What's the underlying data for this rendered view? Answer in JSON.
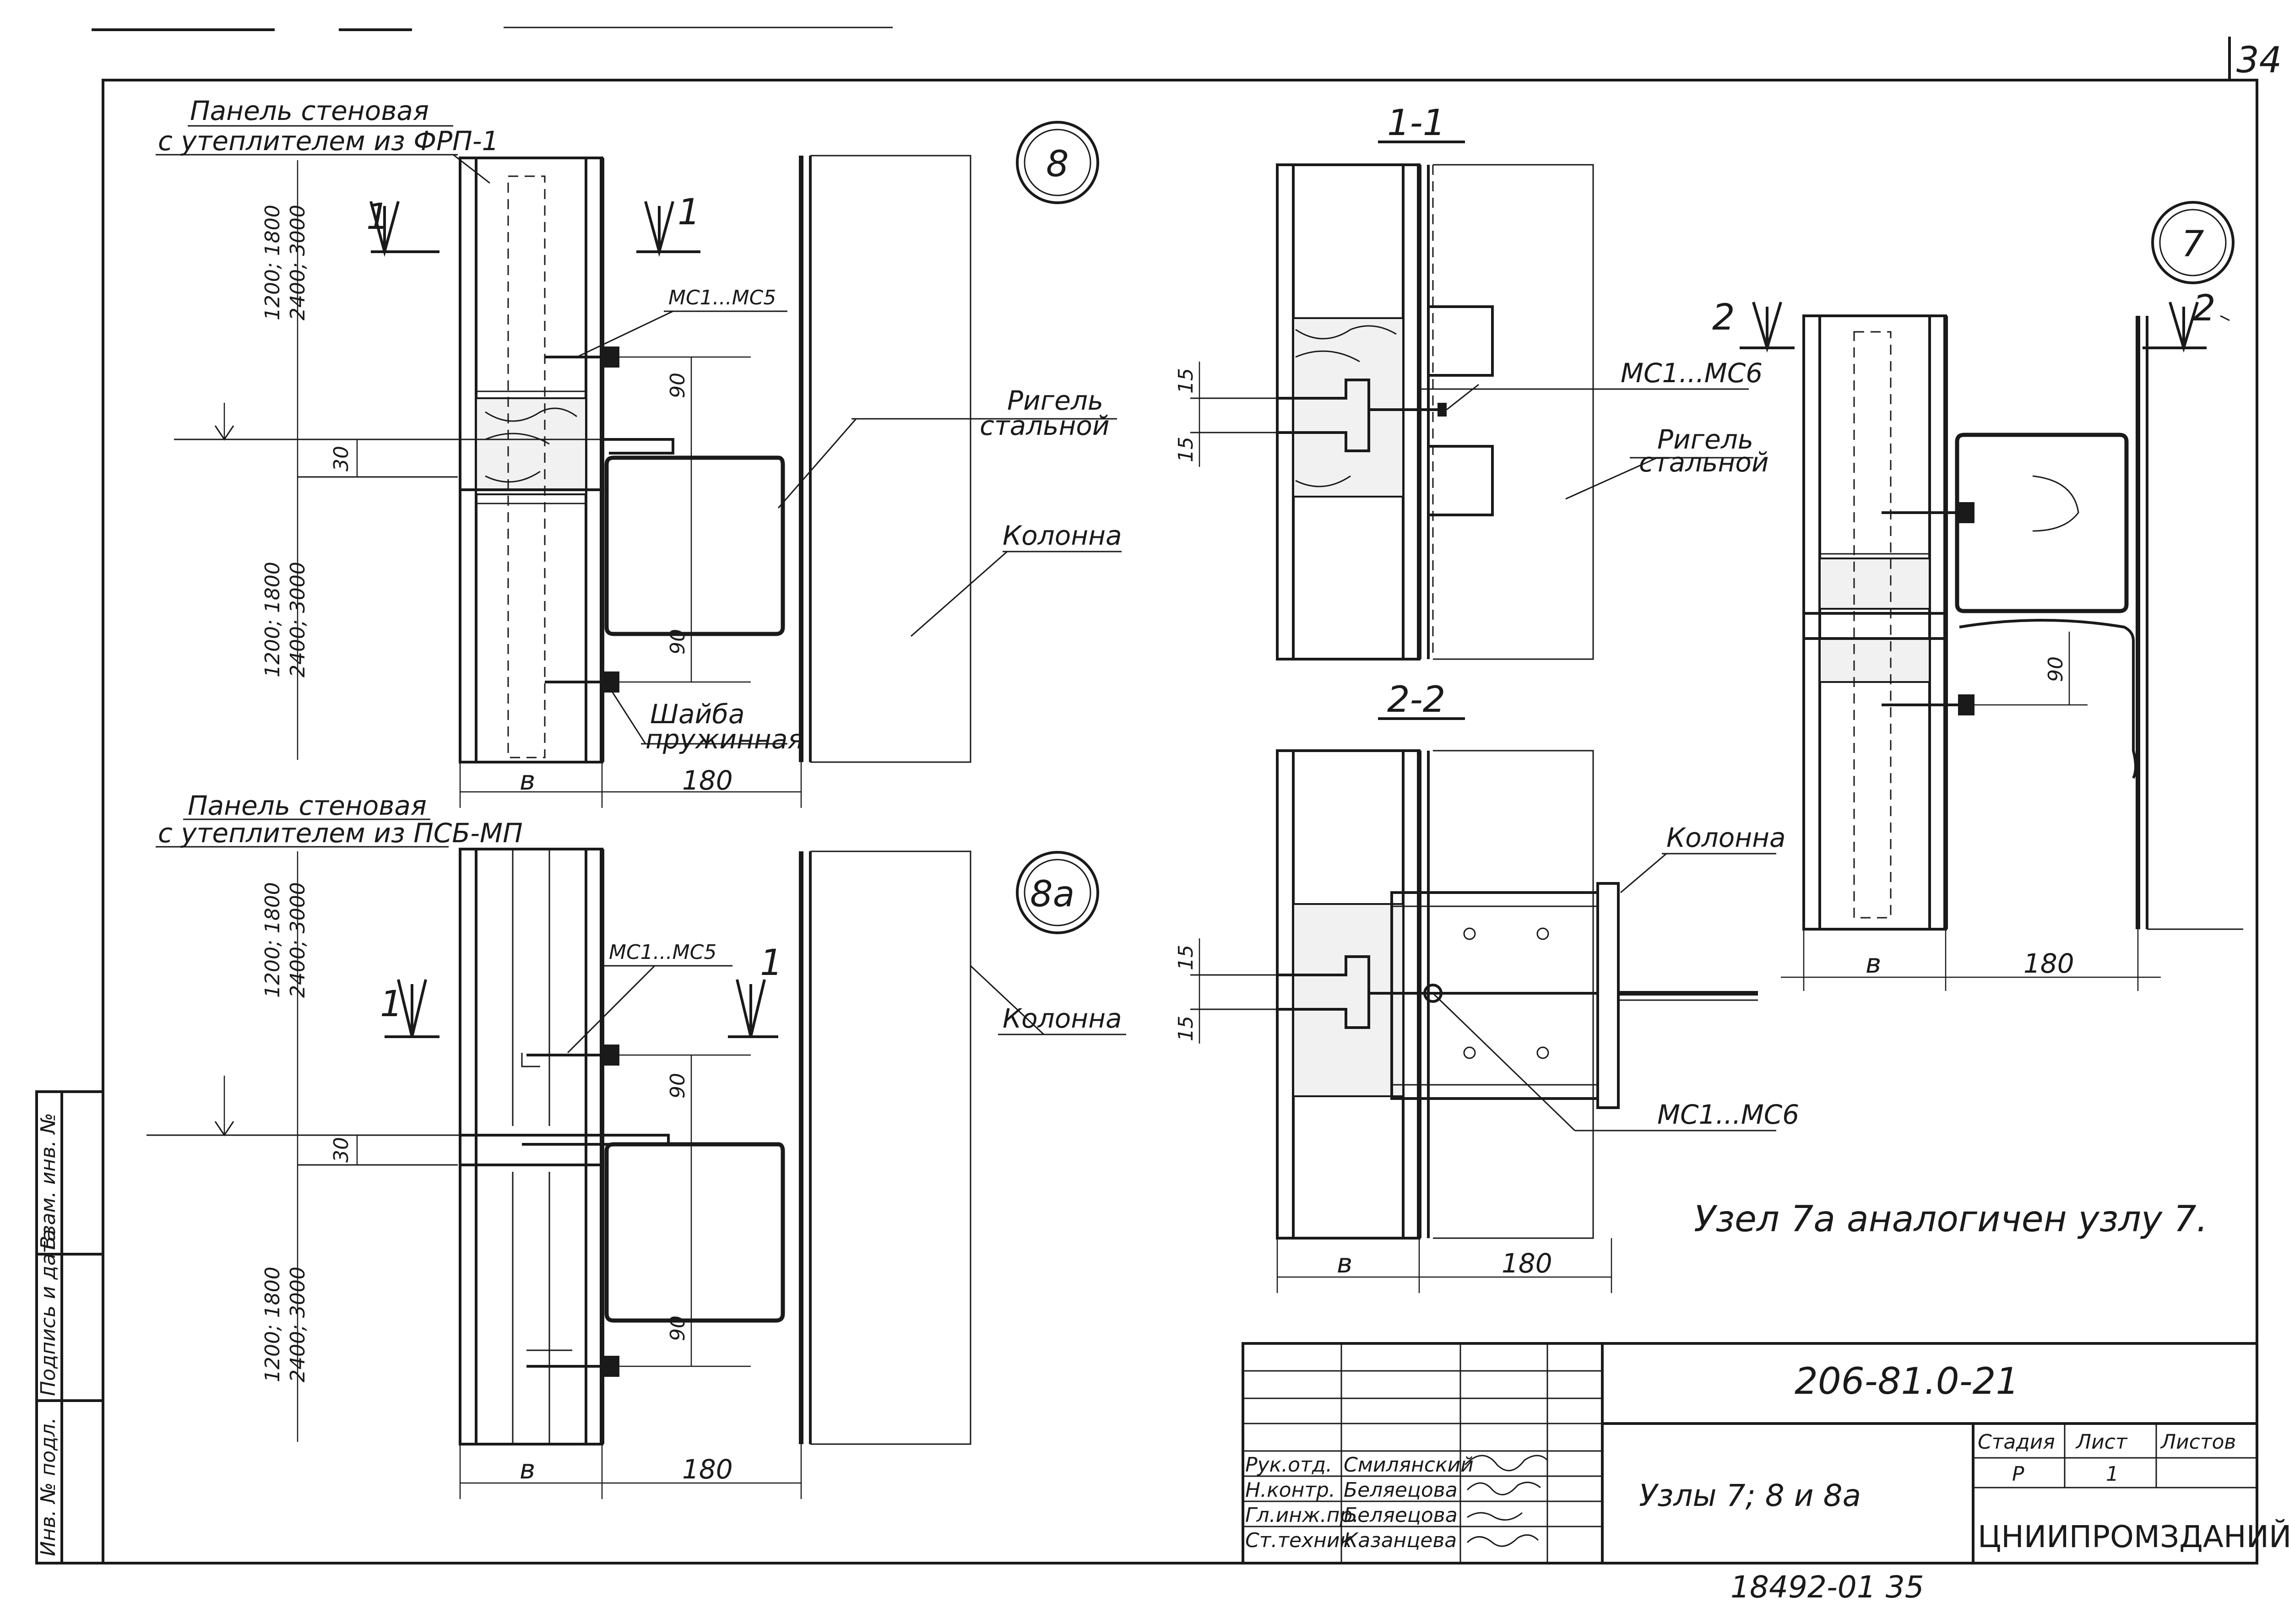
{
  "sheet_number": "34",
  "labels": {
    "panel_frp": [
      "Панель стеновая",
      "с утеплителем из ФРП-1"
    ],
    "panel_psb": [
      "Панель стеновая",
      "с утеплителем из ПСБ-МП"
    ],
    "rigel": [
      "Ригель",
      "стальной"
    ],
    "column": "Колонна",
    "washer": [
      "Шайба",
      "пружинная"
    ],
    "mc1_mc5": "МС1...МС5",
    "mc1_mc6": "МС1...МС6",
    "note": "Узел 7а аналогичен узлу 7."
  },
  "node_marks": {
    "n8": "8",
    "n8a": "8а",
    "n7": "7"
  },
  "section_marks": {
    "s1": "1",
    "s2": "2",
    "title_1_1": "1-1",
    "title_2_2": "2-2"
  },
  "dimensions": {
    "b": "в",
    "d180": "180",
    "d30": "30",
    "d90": "90",
    "d15": "15",
    "panel_sizes_a": [
      "1200; 1800",
      "2400; 3000"
    ],
    "panel_sizes_b": [
      "1200; 1800",
      "2400; 3000"
    ]
  },
  "title_block": {
    "code": "206-81.0-21",
    "title": "Узлы 7; 8 и 8а",
    "org": "ЦНИИПРОМЗДАНИЙ",
    "stage_header": "Стадия",
    "sheet_header": "Лист",
    "sheets_header": "Листов",
    "stage": "Р",
    "sheet": "1",
    "staff": [
      {
        "role": "Рук.отд.",
        "name": "Смилянский"
      },
      {
        "role": "Н.контр.",
        "name": "Беляецова"
      },
      {
        "role": "Гл.инж.пр.",
        "name": "Беляецова"
      },
      {
        "role": "Ст.техник",
        "name": "Казанцева"
      }
    ]
  },
  "side_stamp": [
    "Инв. № подл.",
    "Подпись и дата",
    "Взам. инв. №"
  ],
  "archive_number": "18492-01   35"
}
